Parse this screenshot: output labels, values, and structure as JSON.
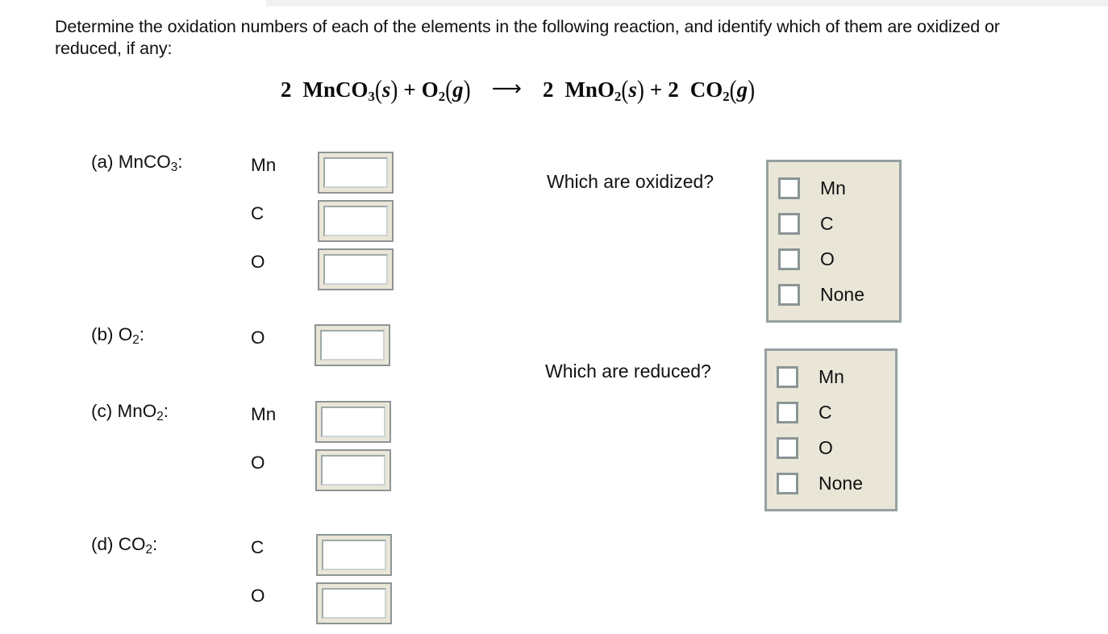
{
  "prompt": "Determine the oxidation numbers of each of the elements in the following reaction, and identify which of them are oxidized or reduced, if any:",
  "equation": {
    "reactant1_coefficient": "2",
    "reactant1_formula_base": "MnCO",
    "reactant1_subscript": "3",
    "reactant1_state": "s",
    "plus1": "+",
    "reactant2_formula_base": "O",
    "reactant2_subscript": "2",
    "reactant2_state": "g",
    "arrow": "⟶",
    "product1_coefficient": "2",
    "product1_formula_base": "MnO",
    "product1_subscript": "2",
    "product1_state": "s",
    "plus2": "+",
    "product2_coefficient": "2",
    "product2_formula_base": "CO",
    "product2_subscript": "2",
    "product2_state": "g"
  },
  "groups": [
    {
      "key": "a",
      "label_prefix": "(a) MnCO",
      "label_subscript": "3",
      "label_suffix": ":",
      "elements": [
        {
          "name": "Mn",
          "value": ""
        },
        {
          "name": "C",
          "value": ""
        },
        {
          "name": "O",
          "value": ""
        }
      ]
    },
    {
      "key": "b",
      "label_prefix": "(b) O",
      "label_subscript": "2",
      "label_suffix": ":",
      "elements": [
        {
          "name": "O",
          "value": ""
        }
      ]
    },
    {
      "key": "c",
      "label_prefix": "(c) MnO",
      "label_subscript": "2",
      "label_suffix": ":",
      "elements": [
        {
          "name": "Mn",
          "value": ""
        },
        {
          "name": "O",
          "value": ""
        }
      ]
    },
    {
      "key": "d",
      "label_prefix": "(d) CO",
      "label_subscript": "2",
      "label_suffix": ":",
      "elements": [
        {
          "name": "C",
          "value": ""
        },
        {
          "name": "O",
          "value": ""
        }
      ]
    }
  ],
  "questions": [
    {
      "key": "oxidized",
      "text": "Which are oxidized?",
      "choices": [
        {
          "label": "Mn",
          "checked": false
        },
        {
          "label": "C",
          "checked": false
        },
        {
          "label": "O",
          "checked": false
        },
        {
          "label": "None",
          "checked": false
        }
      ]
    },
    {
      "key": "reduced",
      "text": "Which are reduced?",
      "choices": [
        {
          "label": "Mn",
          "checked": false
        },
        {
          "label": "C",
          "checked": false
        },
        {
          "label": "O",
          "checked": false
        },
        {
          "label": "None",
          "checked": false
        }
      ]
    }
  ],
  "colors": {
    "page_background": "#ffffff",
    "widget_fill": "#e9e6d8",
    "widget_border": "#8d9595",
    "input_interior": "#ffffff",
    "text": "#111111",
    "top_strip": "#f1f1f1"
  }
}
